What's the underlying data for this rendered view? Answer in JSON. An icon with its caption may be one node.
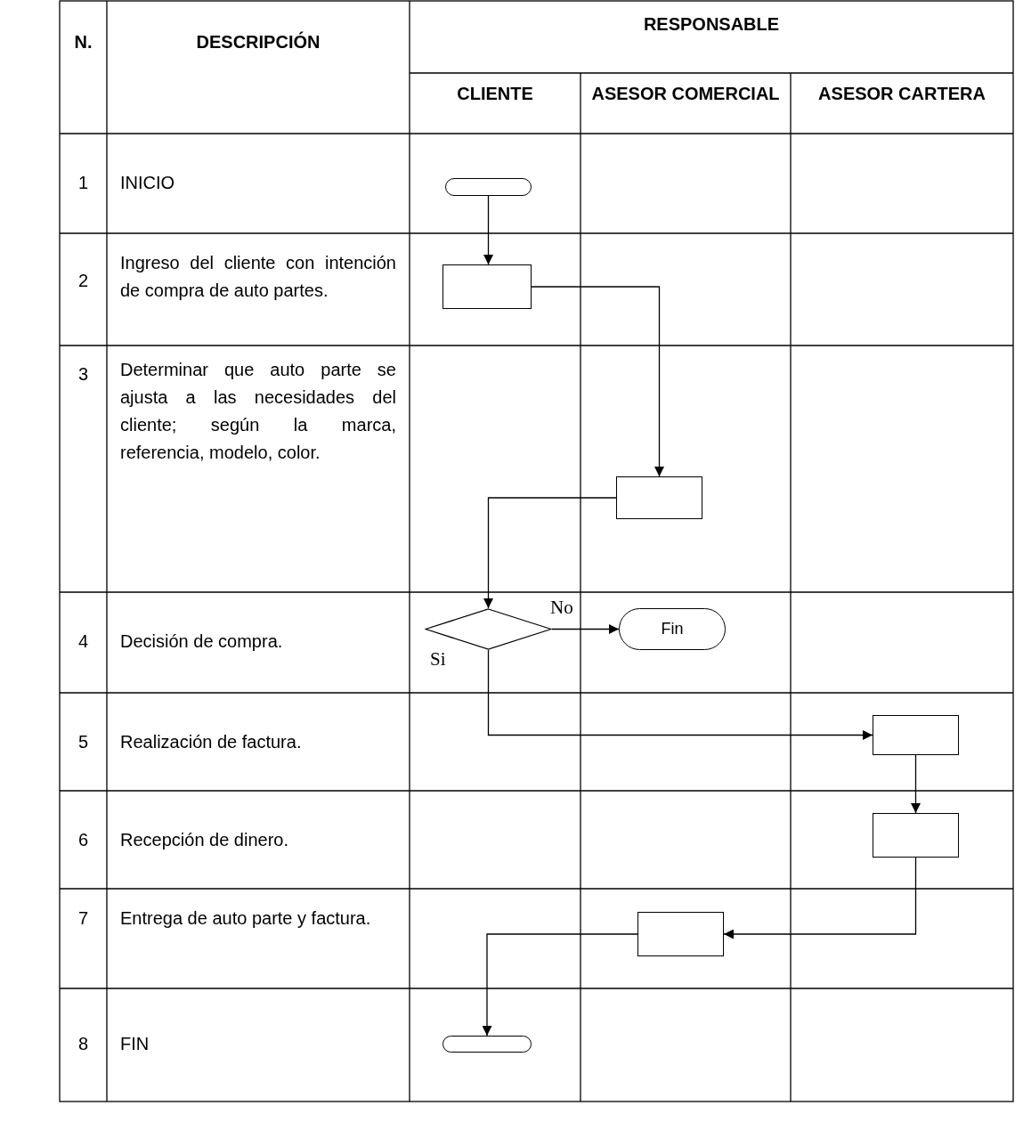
{
  "diagram": {
    "nodes": [
      {
        "text": [],
        "shape": "terminal"
      },
      {
        "text": [],
        "shape": "box"
      },
      {
        "text": [],
        "shape": "box"
      },
      {
        "text": [],
        "shape": "diamond"
      },
      {
        "text": [
          "Fin"
        ]
      },
      {
        "text": [],
        "shape": "box"
      },
      {
        "text": [],
        "shape": "box"
      },
      {
        "text": [],
        "shape": "box"
      },
      {
        "text": [],
        "shape": "terminal"
      }
    ],
    "edges": [
      {
        "from": 0,
        "to": 1,
        "arrow": "to"
      },
      {
        "from": 1,
        "to": 2,
        "arrow": "to"
      },
      {
        "from": 2,
        "to": 3,
        "arrow": "to"
      },
      {
        "from": 3,
        "to": 4,
        "arrow": "to",
        "label": "No"
      },
      {
        "from": 3,
        "to": 5,
        "arrow": "to",
        "label": "Si"
      },
      {
        "from": 5,
        "to": 6,
        "arrow": "to"
      },
      {
        "from": 6,
        "to": 7,
        "arrow": "to"
      },
      {
        "from": 7,
        "to": 8,
        "arrow": "to"
      }
    ],
    "labels": [
      "N.",
      "DESCRIPCIÓN",
      "RESPONSABLE",
      "CLIENTE",
      "ASESOR COMERCIAL",
      "ASESOR CARTERA",
      "1",
      "INICIO",
      "2",
      "Ingreso del cliente con intención de compra de auto partes.",
      "3",
      "Determinar que auto parte se ajusta a las necesidades del cliente; según la marca, referencia, modelo, color.",
      "4",
      "Decisión de compra.",
      "5",
      "Realización de factura.",
      "6",
      "Recepción de dinero.",
      "7",
      "Entrega de auto parte y factura.",
      "8",
      "FIN"
    ]
  }
}
